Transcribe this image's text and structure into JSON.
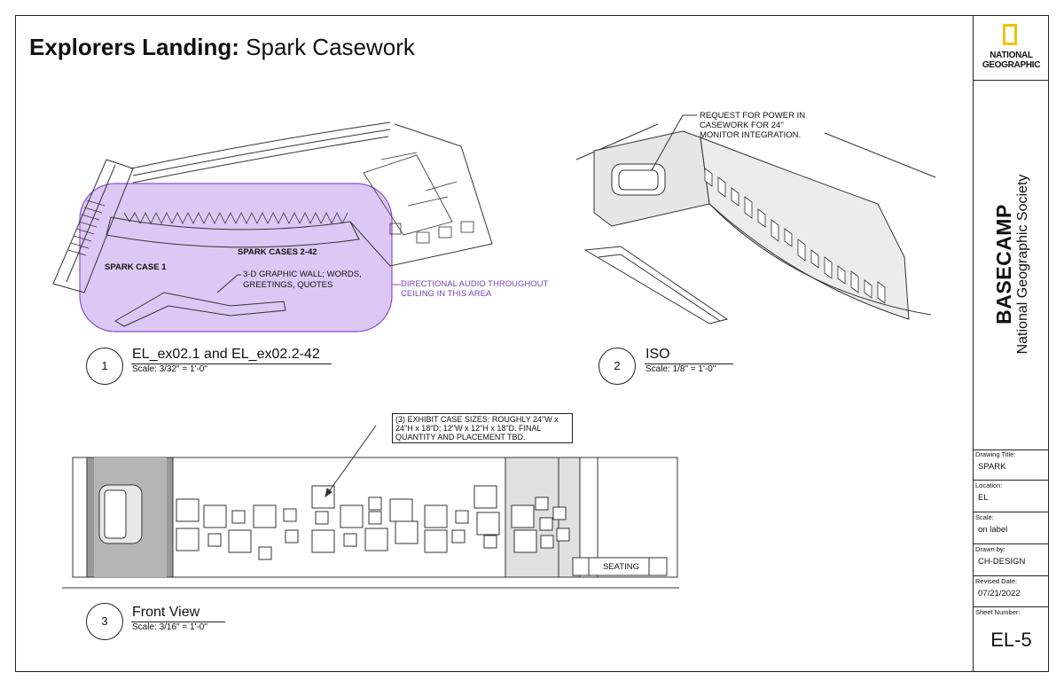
{
  "page": {
    "title_bold": "Explorers Landing:",
    "title_rest": " Spark Casework"
  },
  "titleblock": {
    "logo_line1": "NATIONAL",
    "logo_line2": "GEOGRAPHIC",
    "org_main": "BASECAMP",
    "org_sub": "National Geographic Society",
    "fields": [
      {
        "label": "Drawing Title:",
        "value": "SPARK"
      },
      {
        "label": "Location:",
        "value": "EL"
      },
      {
        "label": "Scale:",
        "value": "on label"
      },
      {
        "label": "Drawn by:",
        "value": "CH-DESIGN"
      },
      {
        "label": "Revised Date:",
        "value": "07/21/2022"
      }
    ],
    "sheet_number_label": "Sheet Number:",
    "sheet_number": "EL-5"
  },
  "views": [
    {
      "number": "1",
      "title": "EL_ex02.1 and EL_ex02.2-42",
      "scale": "Scale: 3/32\" = 1'-0\""
    },
    {
      "number": "2",
      "title": "ISO",
      "scale": "Scale: 1/8\" = 1'-0\""
    },
    {
      "number": "3",
      "title": "Front View",
      "scale": "Scale: 3/16\" = 1'-0\""
    }
  ],
  "plan_labels": {
    "spark_case_1": "SPARK CASE 1",
    "spark_cases": "SPARK CASES 2-42",
    "graphic_wall_1": "3-D GRAPHIC WALL; WORDS,",
    "graphic_wall_2": "GREETINGS, QUOTES",
    "audio_1": "DIRECTIONAL AUDIO THROUGHOUT",
    "audio_2": "CEILING IN THIS AREA"
  },
  "iso_labels": {
    "power_1": "REQUEST FOR POWER IN",
    "power_2": "CASEWORK FOR 24\"",
    "power_3": "MONITOR INTEGRATION."
  },
  "front_labels": {
    "case_sizes": "(3) EXHIBIT CASE SIZES: ROUGHLY 24\"W x 24\"H x 18\"D; 12\"W x 12\"H x 18\"D. FINAL QUANTITY AND PLACEMENT TBD.",
    "seating": "SEATING"
  },
  "colors": {
    "highlight_fill": "#dcc8f4",
    "highlight_stroke": "#8a4fd0",
    "logo_yellow": "#f2c200"
  }
}
